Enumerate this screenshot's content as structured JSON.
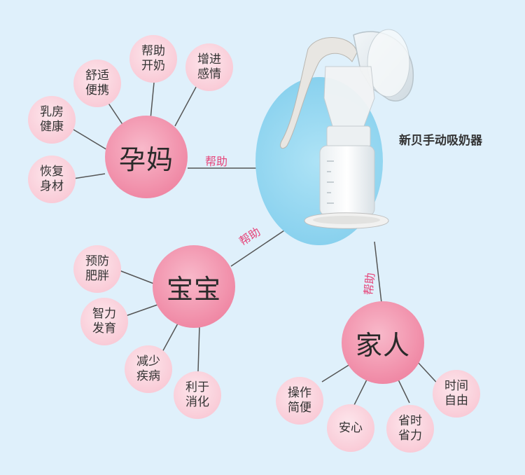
{
  "product_title": "新贝手动吸奶器",
  "edge_label": "帮助",
  "hubs": {
    "mother": "孕妈",
    "baby": "宝宝",
    "family": "家人"
  },
  "mother_benefits": [
    "舒适\n便携",
    "帮助\n开奶",
    "增进\n感情",
    "乳房\n健康",
    "恢复\n身材"
  ],
  "baby_benefits": [
    "预防\n肥胖",
    "智力\n发育",
    "减少\n疾病",
    "利于\n消化"
  ],
  "family_benefits": [
    "操作\n简便",
    "安心",
    "省时\n省力",
    "时间\n自由"
  ],
  "colors": {
    "background": "#dff0fb",
    "hub_pink": "#f08aa6",
    "small_pink": "#f9cad6",
    "accent_text": "#e6457a",
    "product_circle": "#8dd3ef"
  }
}
